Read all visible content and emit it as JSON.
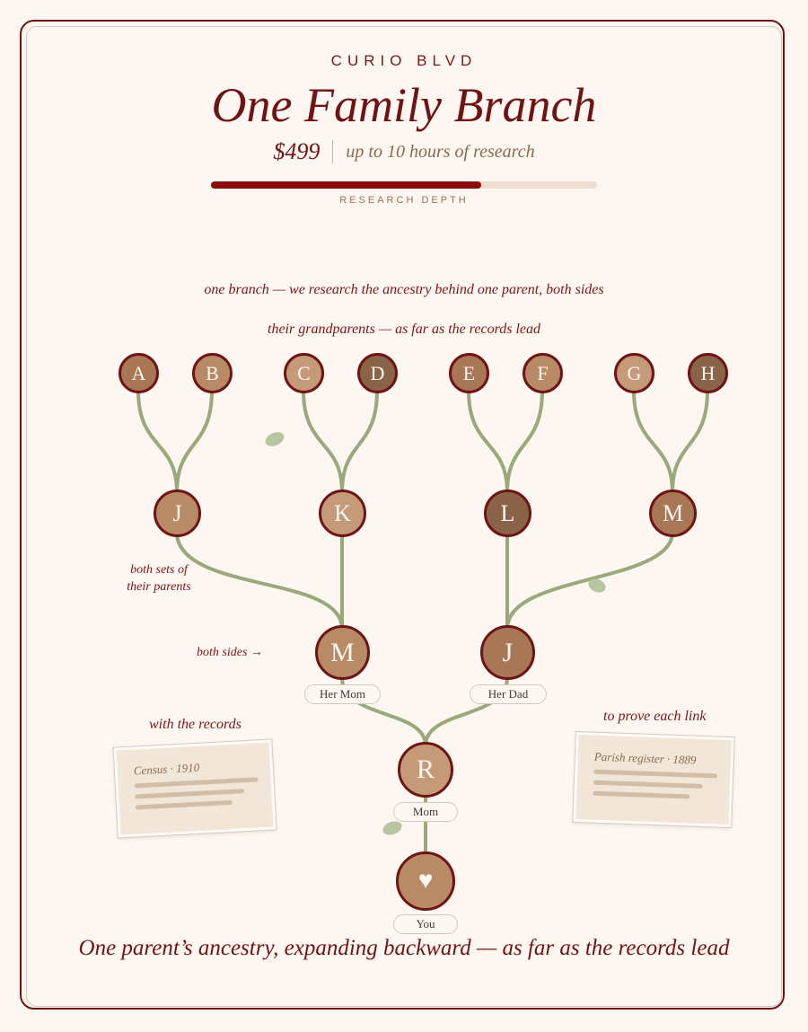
{
  "header": {
    "brand": "CURIO BLVD",
    "title": "One Family Branch",
    "price": "$499",
    "hours": "up to 10 hours of research",
    "research_depth_label": "RESEARCH DEPTH",
    "research_depth_fraction": 0.7
  },
  "captions": {
    "branch": "one branch — we research the ancestry behind one parent, both sides",
    "grandparents": "their grandparents — as far as the records lead"
  },
  "tree": {
    "great_grandparents": [
      "A",
      "B",
      "C",
      "D",
      "E",
      "F",
      "G",
      "H"
    ],
    "grandparents": [
      "J",
      "K",
      "L",
      "M"
    ],
    "parents_of_mom": [
      "M",
      "J"
    ],
    "her_mom_label": "Her Mom",
    "her_dad_label": "Her Dad",
    "mom_node": "R",
    "mom_label": "Mom",
    "you_icon": "heart-icon",
    "you_glyph": "♥",
    "you_label": "You"
  },
  "notes": {
    "both_sets_line1": "both sets of",
    "both_sets_line2": "their parents",
    "both_sides": "both sides →",
    "with_records": "with the records",
    "prove_link": "to prove each link"
  },
  "cards": {
    "census": "Census · 1910",
    "parish": "Parish register · 1889"
  },
  "footer": "One parent’s ancestry, expanding backward — as far as the records lead",
  "colors": {
    "accent": "#6e1414",
    "branch": "#98a97a",
    "leaf": "#b7c6a0",
    "node_light": "#c49a78",
    "node_mid": "#a87756",
    "node_dark": "#8a6448",
    "background": "#fdf6f1"
  }
}
